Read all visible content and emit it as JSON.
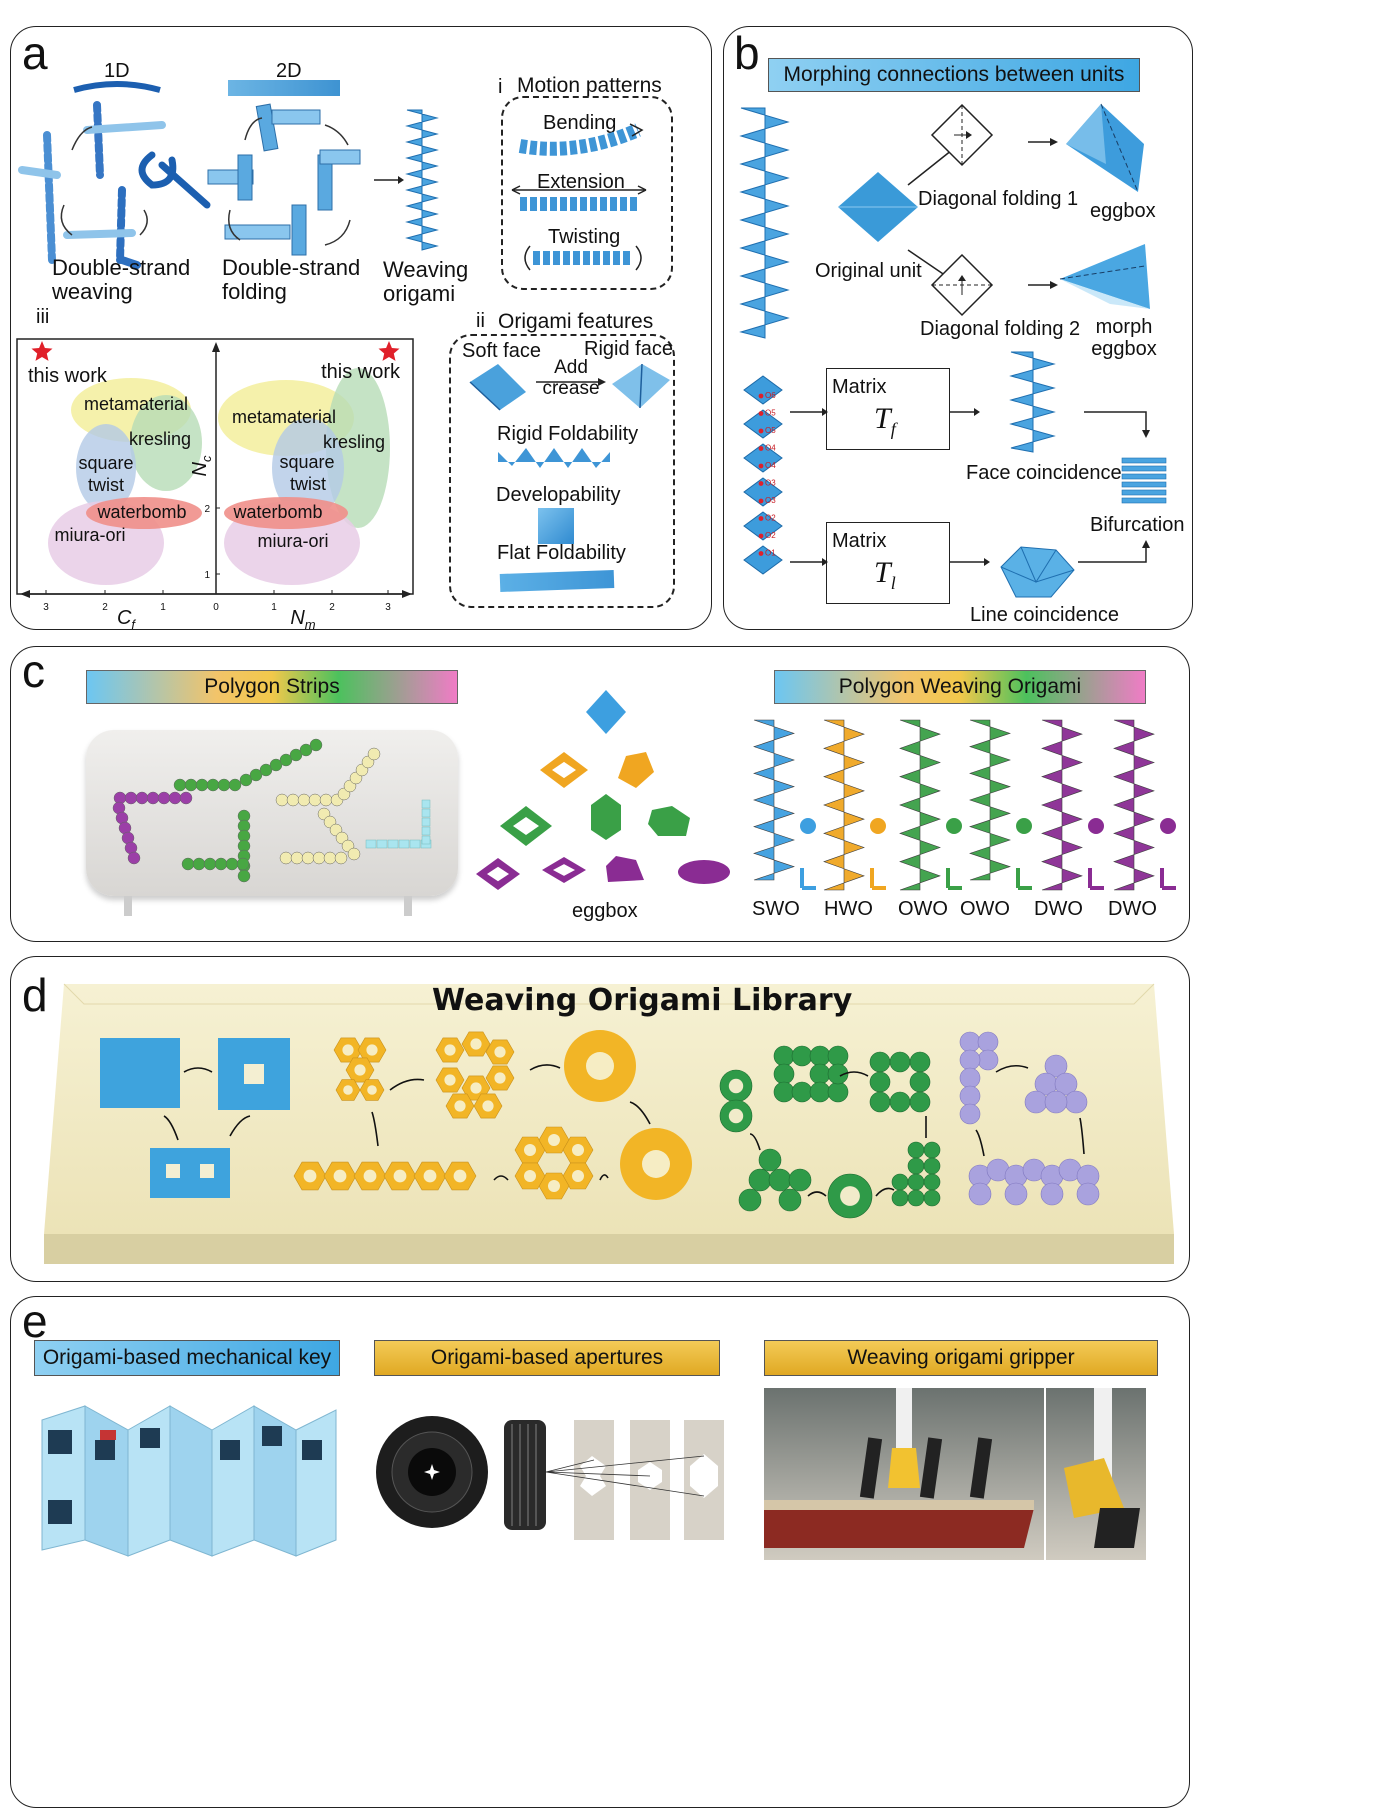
{
  "panels": {
    "a": "a",
    "b": "b",
    "c": "c",
    "d": "d",
    "e": "e"
  },
  "panel_a": {
    "label_1d": "1D",
    "label_2d": "2D",
    "double_strand_weaving": [
      "Double-strand",
      "weaving"
    ],
    "double_strand_folding": [
      "Double-strand",
      "folding"
    ],
    "weaving_origami": [
      "Weaving",
      "origami"
    ],
    "sub_i": "i",
    "motion_patterns": "Motion patterns",
    "bending": "Bending",
    "extension": "Extension",
    "twisting": "Twisting",
    "sub_ii": "ii",
    "origami_features": "Origami features",
    "soft_face": "Soft face",
    "rigid_face": "Rigid face",
    "add_crease": [
      "Add",
      "crease"
    ],
    "rigid_foldability": "Rigid Foldability",
    "developability": "Developability",
    "flat_foldability": "Flat Foldability",
    "sub_iii": "iii",
    "plot": {
      "this_work": "this work",
      "ylabel": "N",
      "ylabel_sub": "c",
      "xlabel_left": "C",
      "xlabel_left_sub": "f",
      "xlabel_right": "N",
      "xlabel_right_sub": "m",
      "xticks_left": [
        "3",
        "2",
        "1",
        "0"
      ],
      "xticks_right": [
        "1",
        "2",
        "3"
      ],
      "yticks": [
        "2",
        "1"
      ],
      "left_regions": [
        "metamaterial",
        "kresling",
        "square",
        "twist",
        "waterbomb",
        "miura-ori"
      ],
      "right_regions": [
        "metamaterial",
        "kresling",
        "square",
        "twist",
        "waterbomb",
        "miura-ori"
      ],
      "colors": {
        "yellow": "#f3ef9c",
        "green": "#b6dcb7",
        "blue": "#b3c9e6",
        "red": "#ef8f8a",
        "purple": "#e8cde6",
        "star": "#e0202a"
      }
    }
  },
  "panel_b": {
    "header": "Morphing connections between units",
    "diagonal_folding_1": "Diagonal folding 1",
    "eggbox": "eggbox",
    "original_unit": "Original unit",
    "diagonal_folding_2": "Diagonal folding 2",
    "morph_eggbox": [
      "morph",
      "eggbox"
    ],
    "matrix_f": "Matrix",
    "matrix_f_symbol": "T",
    "matrix_f_sub": "f",
    "matrix_l": "Matrix",
    "matrix_l_symbol": "T",
    "matrix_l_sub": "l",
    "face_coincidence": "Face coincidence",
    "line_coincidence": "Line coincidence",
    "bifurcation": "Bifurcation",
    "o_labels": [
      "O6",
      "O5",
      "O5",
      "O4",
      "O4",
      "O3",
      "O3",
      "O2",
      "O2",
      "O1"
    ]
  },
  "panel_c": {
    "polygon_strips": "Polygon Strips",
    "polygon_weaving_origami": "Polygon Weaving Origami",
    "eggbox": "eggbox",
    "columns": [
      "SWO",
      "HWO",
      "OWO",
      "OWO",
      "DWO",
      "DWO"
    ],
    "colors": {
      "blue": "#3d9fe0",
      "orange": "#f0a621",
      "green": "#3aa047",
      "purple": "#8a2c93",
      "cyan": "#9fe3ec"
    }
  },
  "panel_d": {
    "title": "Weaving Origami Library",
    "colors": {
      "tray": "#f3ecc6",
      "blue": "#3ea3dd",
      "yellow": "#f2b526",
      "green": "#2f9a48",
      "lavender": "#a9a2de"
    }
  },
  "panel_e": {
    "mechanical_key": "Origami-based mechanical key",
    "apertures": "Origami-based apertures",
    "gripper": "Weaving origami gripper"
  }
}
